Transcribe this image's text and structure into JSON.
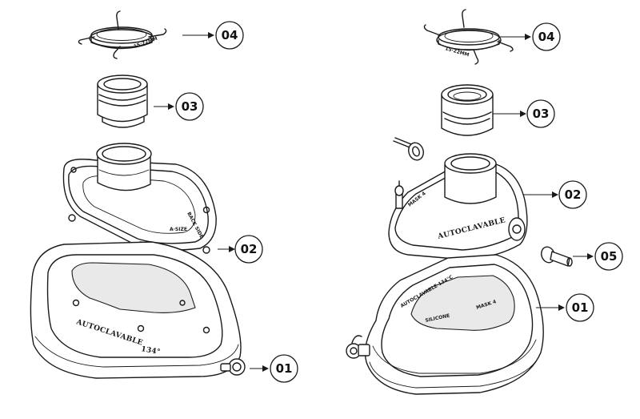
{
  "callouts": {
    "left": [
      {
        "id": "left-04",
        "label": "04"
      },
      {
        "id": "left-03",
        "label": "03"
      },
      {
        "id": "left-02",
        "label": "02"
      },
      {
        "id": "left-01",
        "label": "01"
      }
    ],
    "right": [
      {
        "id": "right-04",
        "label": "04"
      },
      {
        "id": "right-03",
        "label": "03"
      },
      {
        "id": "right-02",
        "label": "02"
      },
      {
        "id": "right-05",
        "label": "05"
      },
      {
        "id": "right-01",
        "label": "01"
      }
    ]
  },
  "embossing": {
    "left_mask": "AUTOCLAVABLE",
    "left_mask_temp": "134°",
    "right_shell": "AUTOCLAVABLE",
    "right_shell_tag": "MASK 4",
    "right_cushion": "AUTOCLAVABLE 134°C",
    "right_cushion_silicone": "SILICONE",
    "right_cushion_size": "MASK 4"
  },
  "colors": {
    "line": "#1a1a1a",
    "background": "#ffffff",
    "shade": "#e9e9e9"
  }
}
